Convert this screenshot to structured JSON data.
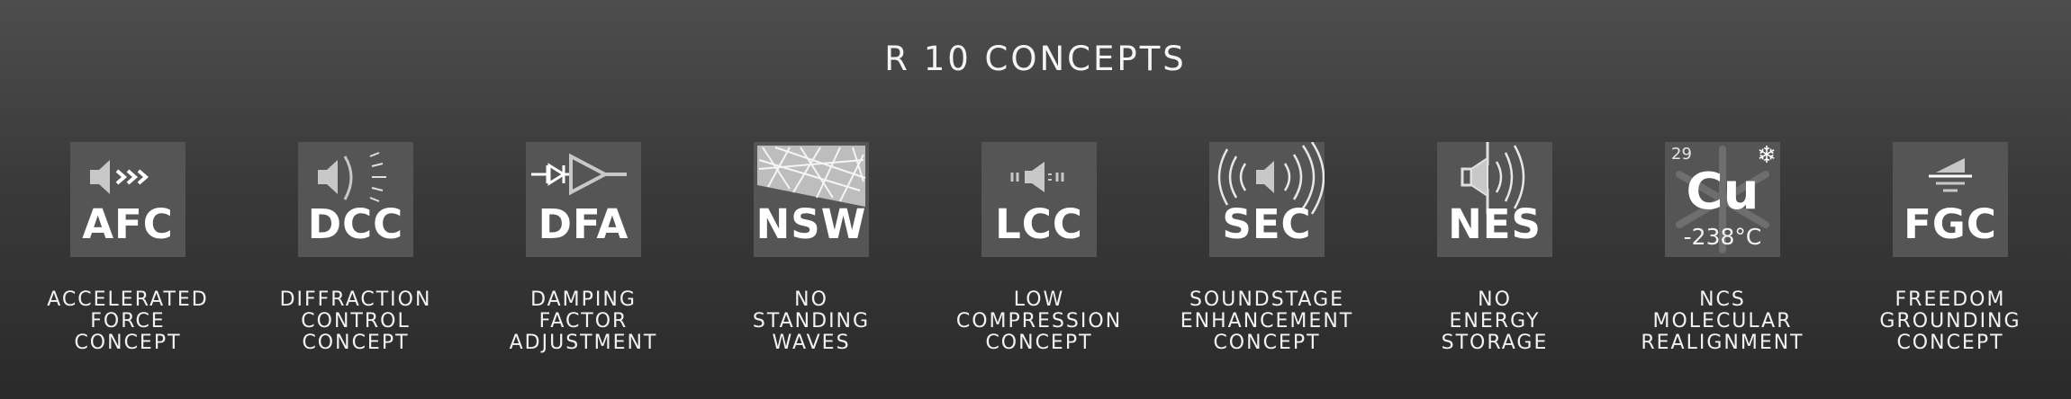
{
  "title": "R 10 CONCEPTS",
  "concepts": [
    {
      "abbr": "AFC",
      "icon": "speaker-forward-arrows-icon",
      "lines": [
        "ACCELERATED",
        "FORCE",
        "CONCEPT"
      ]
    },
    {
      "abbr": "DCC",
      "icon": "speaker-diffraction-icon",
      "lines": [
        "DIFFRACTION",
        "CONTROL",
        "CONCEPT"
      ]
    },
    {
      "abbr": "DFA",
      "icon": "amplifier-diode-icon",
      "lines": [
        "DAMPING",
        "FACTOR",
        "ADJUSTMENT"
      ]
    },
    {
      "abbr": "NSW",
      "icon": "standing-waves-icon",
      "lines": [
        "NO",
        "STANDING",
        "WAVES"
      ]
    },
    {
      "abbr": "LCC",
      "icon": "speaker-compression-icon",
      "lines": [
        "LOW",
        "COMPRESSION",
        "CONCEPT"
      ]
    },
    {
      "abbr": "SEC",
      "icon": "speaker-soundstage-icon",
      "lines": [
        "SOUNDSTAGE",
        "ENHANCEMENT",
        "CONCEPT"
      ]
    },
    {
      "abbr": "NES",
      "icon": "speaker-energy-icon",
      "lines": [
        "NO",
        "ENERGY",
        "STORAGE"
      ]
    },
    {
      "abbr": "",
      "icon": "copper-element-icon",
      "element": {
        "number": "29",
        "symbol": "Cu",
        "temp": "-238°C"
      },
      "lines": [
        "NCS",
        "MOLECULAR",
        "REALIGNMENT"
      ]
    },
    {
      "abbr": "FGC",
      "icon": "ground-symbol-icon",
      "lines": [
        "FREEDOM",
        "GROUNDING",
        "CONCEPT"
      ]
    }
  ]
}
